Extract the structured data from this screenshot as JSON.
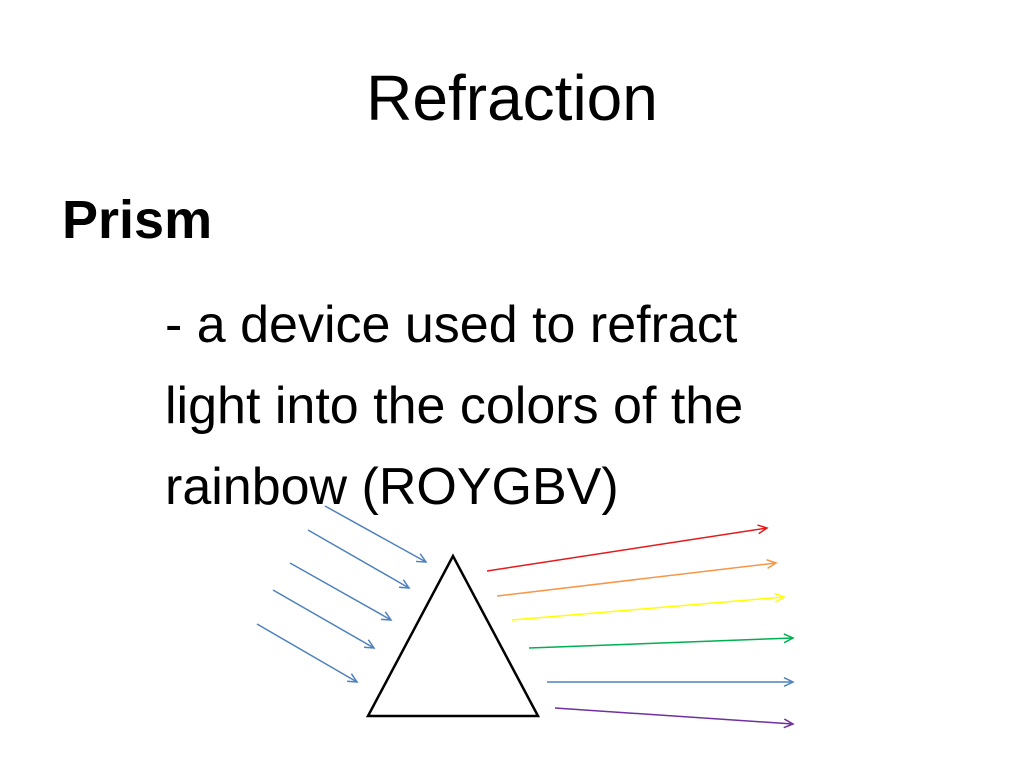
{
  "slide": {
    "title": "Refraction",
    "term": "Prism",
    "definition_lines": [
      "- a device used to refract",
      "light into the colors of the",
      "rainbow (ROYGBV)"
    ]
  },
  "diagram": {
    "prism_shape": "triangle",
    "incoming_ray_count": 5,
    "incoming_ray_color": "#4f81bd",
    "outgoing_rays": [
      {
        "color": "#e31a1c"
      },
      {
        "color": "#f79646"
      },
      {
        "color": "#ffff00"
      },
      {
        "color": "#00b050"
      },
      {
        "color": "#4f81bd"
      },
      {
        "color": "#7030a0"
      }
    ],
    "prism_stroke": "#000000"
  }
}
